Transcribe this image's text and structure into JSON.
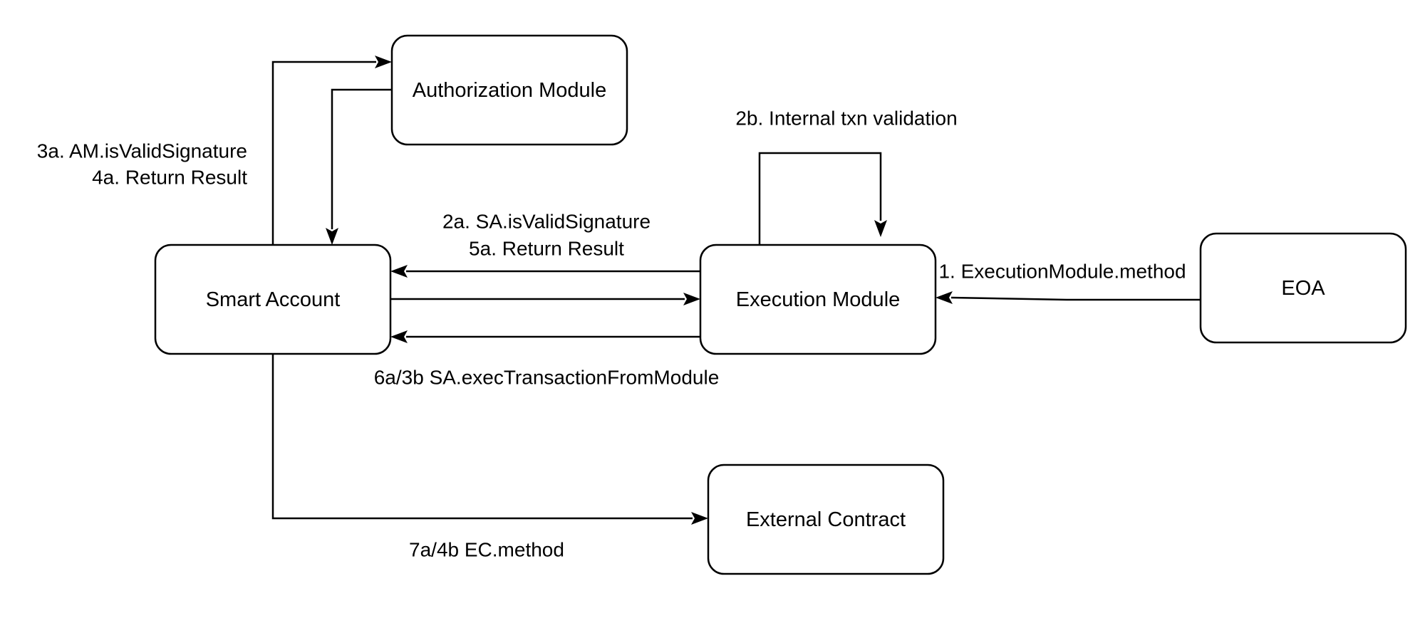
{
  "nodes": {
    "authorization_module": "Authorization Module",
    "smart_account": "Smart Account",
    "execution_module": "Execution Module",
    "eoa": "EOA",
    "external_contract": "External Contract"
  },
  "edges": {
    "am_is_valid_signature": "3a. AM.isValidSignature",
    "am_return_result": "4a. Return Result",
    "internal_txn_validation": "2b. Internal txn validation",
    "sa_is_valid_signature": "2a. SA.isValidSignature",
    "sa_return_result": "5a. Return Result",
    "exec_module_method": "1. ExecutionModule.method",
    "exec_transaction_from_module": "6a/3b SA.execTransactionFromModule",
    "ec_method": "7a/4b EC.method"
  }
}
